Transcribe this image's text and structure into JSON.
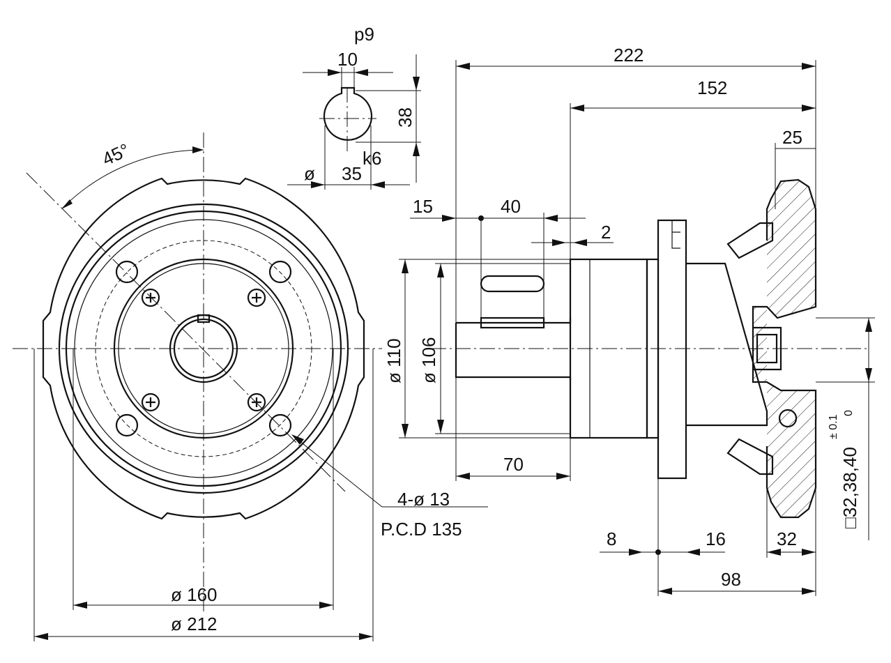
{
  "labels": {
    "keyway_width_tol": "p9",
    "keyway_width": "10",
    "keyway_depth": "38",
    "shaft_dia_symbol": "ø",
    "shaft_dia": "35",
    "shaft_dia_tol": "k6",
    "angle": "45°",
    "total_length": "222",
    "length_152": "152",
    "handwheel_25": "25",
    "offset_15": "15",
    "key_length_40": "40",
    "gap_2": "2",
    "dia_110": "ø 110",
    "dia_106": "ø 106",
    "shaft_length_70": "70",
    "holes": "4-ø  13",
    "pcd": "P.C.D  135",
    "dim_8": "8",
    "dim_16": "16",
    "dim_32": "32",
    "dim_98": "98",
    "square_bore": "□32,38,40",
    "square_tol_upper": "± 0.1",
    "square_tol_lower": "0",
    "dia_160": "ø 160",
    "dia_212": "ø 212"
  }
}
